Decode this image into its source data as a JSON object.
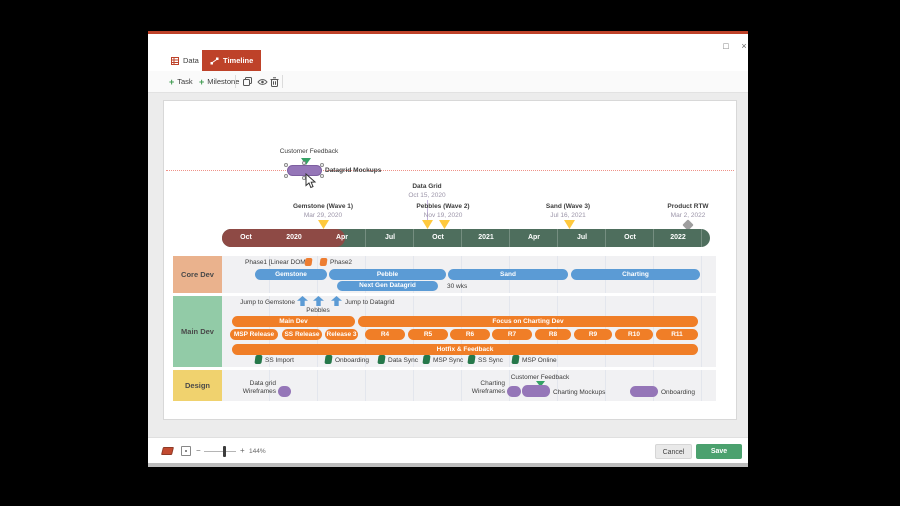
{
  "colors": {
    "accent_orange": "#be4229",
    "bar_blue": "#5b9bd5",
    "bar_orange": "#f07e27",
    "pill_purple": "#9576b8",
    "axis_green": "#4e6e5d",
    "axis_maroon": "#8e4a45",
    "milestone_yellow": "#ffc93e",
    "flag_green": "#26784a",
    "save_green": "#4ba16e"
  },
  "window": {
    "maximize": "□",
    "close": "×",
    "tabs": {
      "data": "Data",
      "timeline": "Timeline"
    },
    "toolbar": {
      "plus": "+",
      "task": "Task",
      "milestone": "Milestone"
    }
  },
  "timeline": {
    "drag": {
      "label": "Customer Feedback",
      "bar": "Datagrid Mockups"
    },
    "milestones": [
      {
        "name": "Data Grid",
        "date": "Oct 15, 2020"
      },
      {
        "name": "Gemstone (Wave 1)",
        "date": "Mar 29, 2020"
      },
      {
        "name": "Pebbles (Wave 2)",
        "date": "Nov 19, 2020"
      },
      {
        "name": "Sand (Wave 3)",
        "date": "Jul 16, 2021"
      },
      {
        "name": "Product RTW",
        "date": "Mar 2, 2022"
      }
    ],
    "axis_ticks": [
      "Oct",
      "2020",
      "Apr",
      "Jul",
      "Oct",
      "2021",
      "Apr",
      "Jul",
      "Oct",
      "2022"
    ],
    "rows": {
      "core": {
        "label": "Core Dev",
        "phase1": "Phase1 [Linear DOM]",
        "phase2": "Phase2",
        "bars": [
          "Gemstone",
          "Pebble",
          "Sand",
          "Charting"
        ],
        "nextgen": "Next Gen Datagrid",
        "duration": "30 wks"
      },
      "main": {
        "label": "Main Dev",
        "jump_gemstone": "Jump to Gemstone",
        "pebbles": "Pebbles",
        "jump_datagrid": "Jump to  Datagrid",
        "bar_main": "Main Dev",
        "bar_focus": "Focus on Charting Dev",
        "releases": [
          "MSP Release",
          "SS Release",
          "Release 3",
          "R4",
          "R5",
          "R6",
          "R7",
          "R8",
          "R9",
          "R10",
          "R11"
        ],
        "hotfix": "Hotfix & Feedback",
        "syncs": [
          "SS Import",
          "Onboarding",
          "Data Sync",
          "MSP Sync",
          "SS Sync",
          "MSP Online"
        ]
      },
      "design": {
        "label": "Design",
        "wireframes_1a": "Data grid",
        "wireframes_1b": "Wireframes",
        "wireframes_2a": "Charting",
        "wireframes_2b": "Wireframes",
        "customer_feedback": "Customer Feedback",
        "mockups": "Charting Mockups",
        "onboarding": "Onboarding"
      }
    }
  },
  "footer": {
    "minus": "−",
    "plus": "+",
    "zoom": "144%",
    "cancel": "Cancel",
    "save": "Save"
  }
}
